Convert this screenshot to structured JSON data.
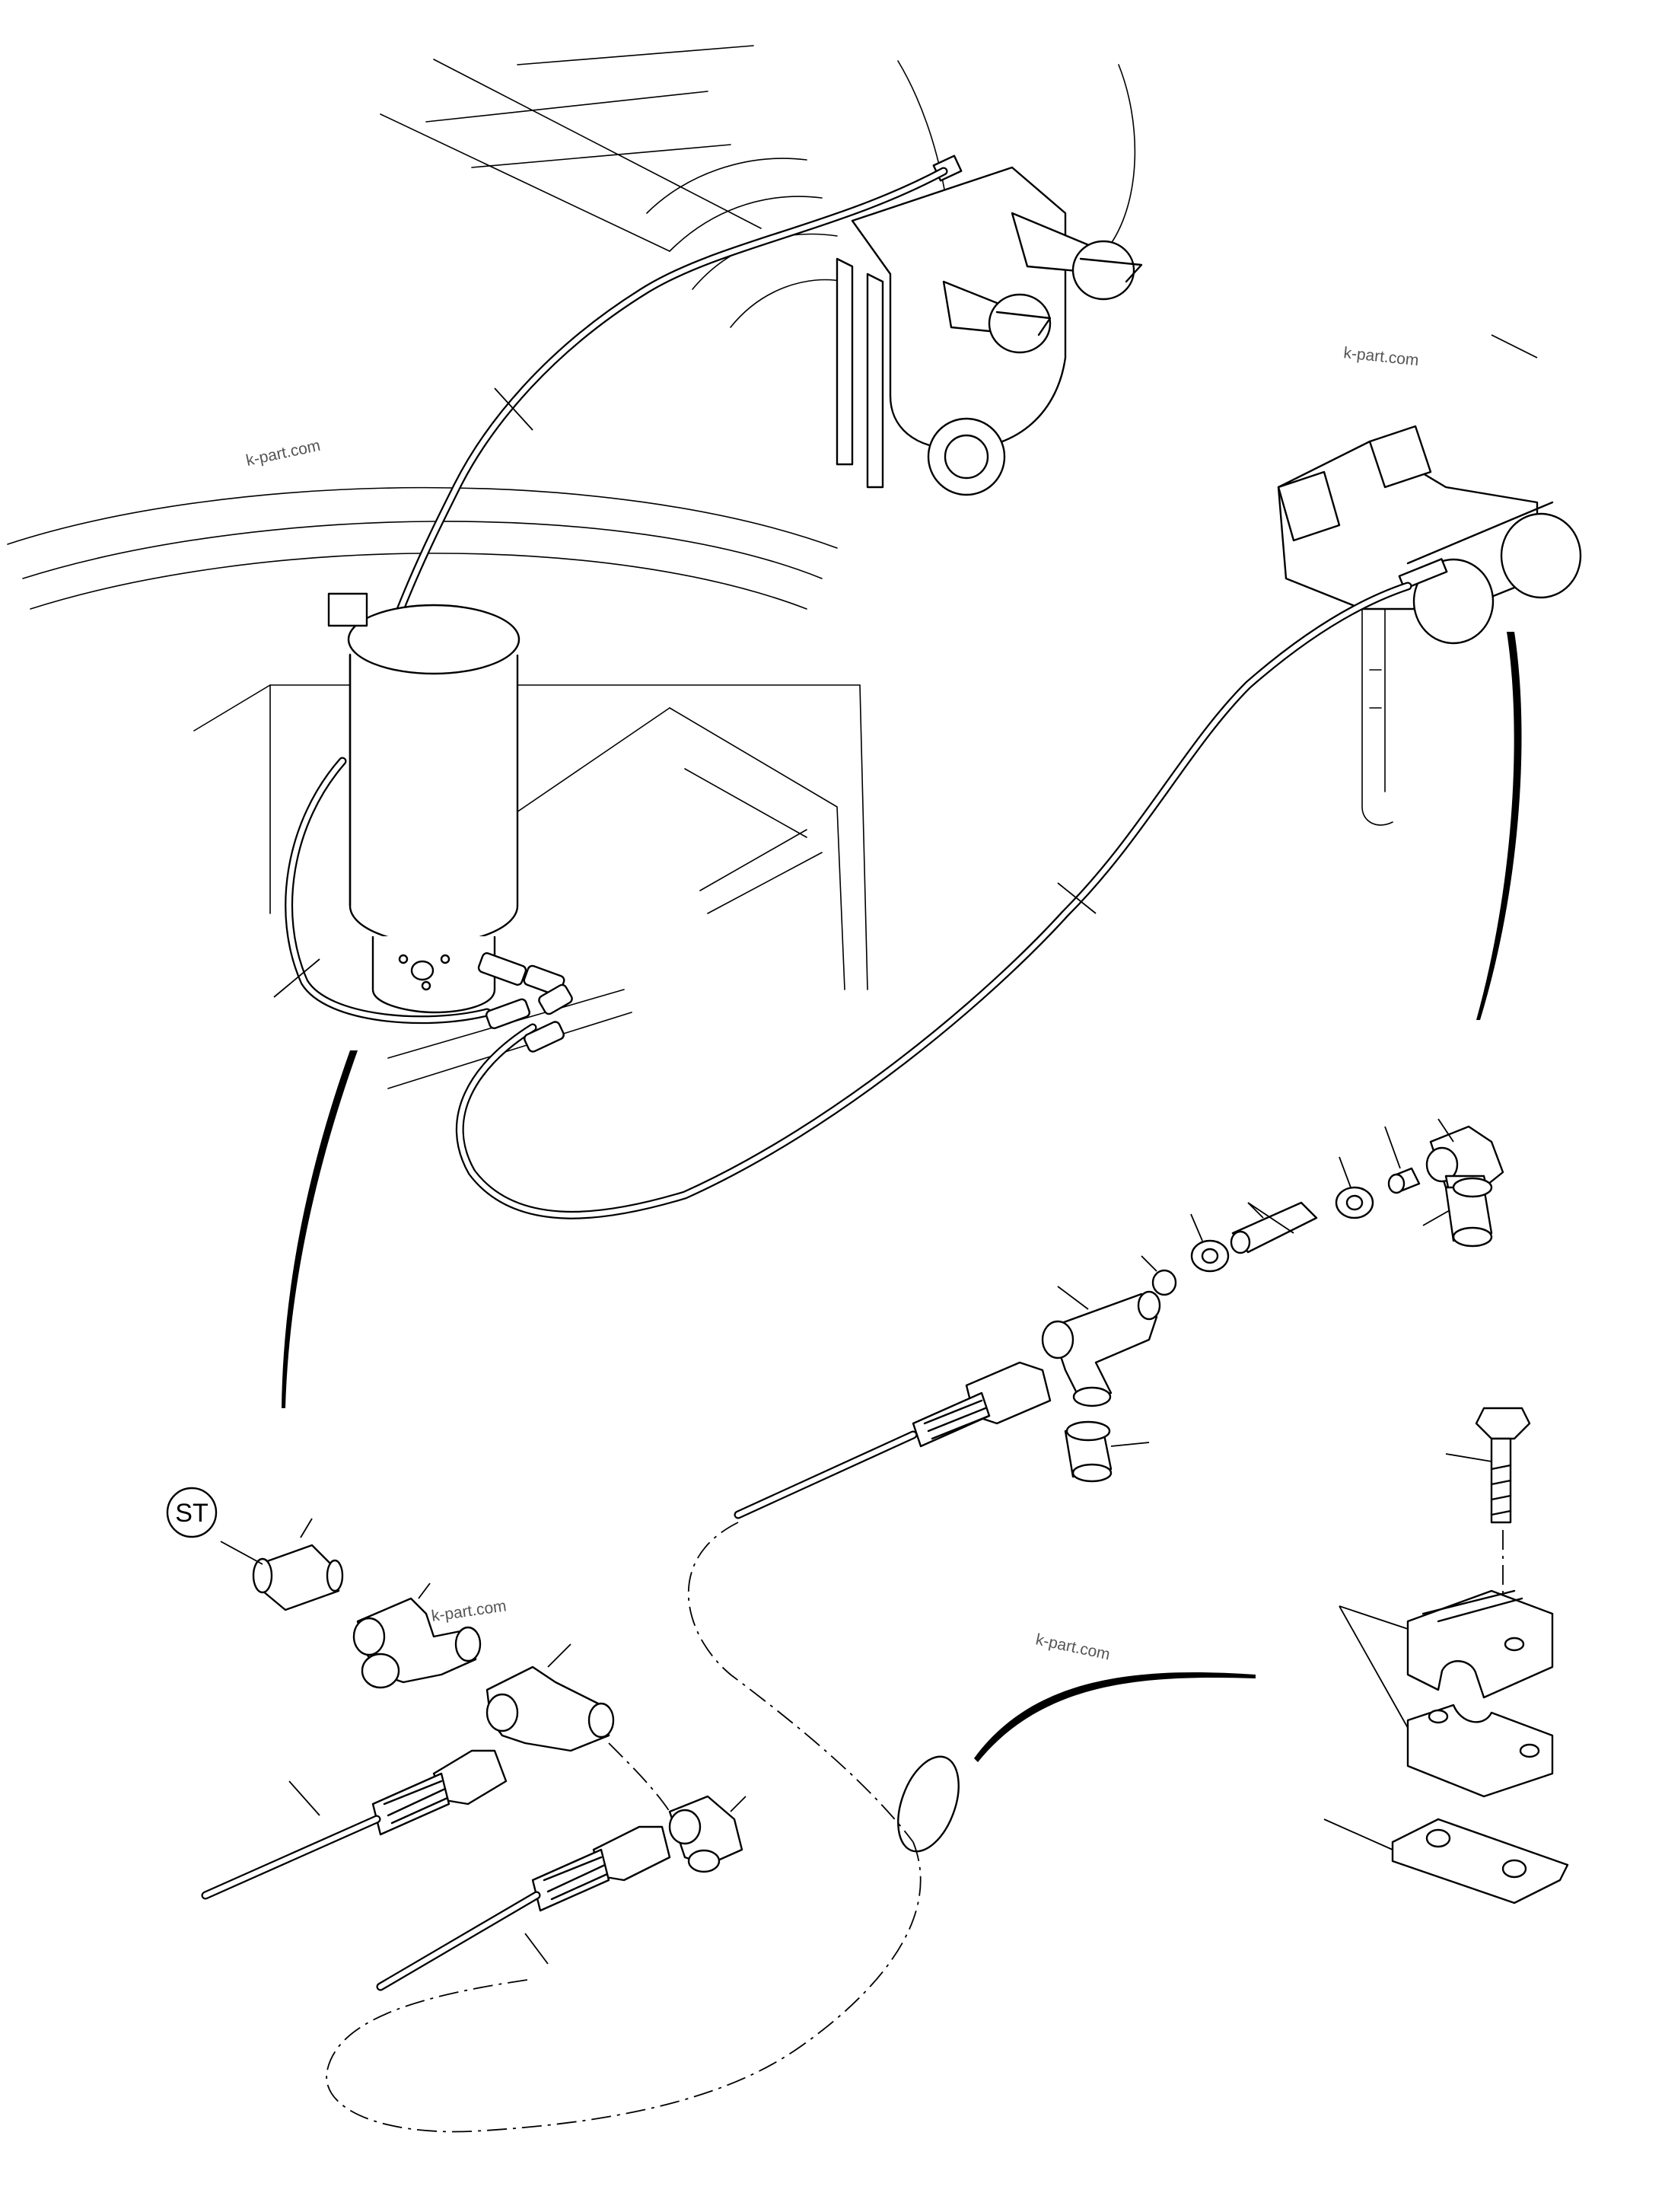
{
  "badge": {
    "label": "ST"
  },
  "watermarks": [
    {
      "text": "k-part.com"
    },
    {
      "text": "k-part.com"
    },
    {
      "text": "k-part.com"
    },
    {
      "text": "k-part.com"
    }
  ]
}
